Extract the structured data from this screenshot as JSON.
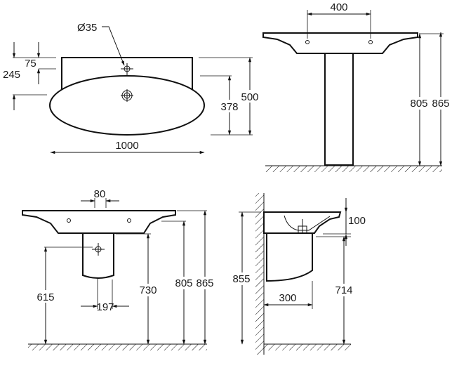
{
  "top_view": {
    "hole_diameter": "Ø35",
    "d75": "75",
    "d245": "245",
    "width": "1000",
    "d378": "378",
    "depth": "500"
  },
  "front_pedestal": {
    "tap_spacing": "400",
    "rim_height": "805",
    "total_height": "865"
  },
  "front_semi_pedestal": {
    "tap_offset": "80",
    "d615": "615",
    "d197": "197",
    "d730": "730",
    "rim_height": "805",
    "total_height": "865"
  },
  "side_view": {
    "height": "855",
    "bowl_depth": "100",
    "d714": "714",
    "projection": "300"
  }
}
